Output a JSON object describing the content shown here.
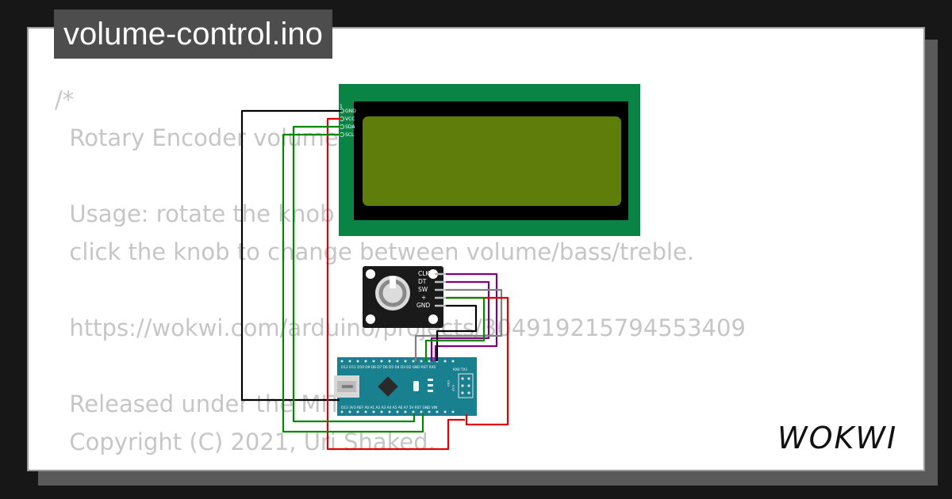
{
  "title": "volume-control.ino",
  "code_lines": [
    "/*",
    "  Rotary Encoder volume",
    "",
    "  Usage: rotate the knob",
    "  click the knob to change between volume/bass/treble.",
    "",
    "  https://wokwi.com/arduino/projects/304919215794553409",
    "",
    "  Released under the MIT",
    "  Copyright (C) 2021, Uri Shaked.",
    "*/"
  ],
  "lcd": {
    "pins": [
      "GND",
      "VCC",
      "SDA",
      "SCL"
    ],
    "pin_number": "1",
    "frame_color": "#0a8445",
    "screen_color": "#5f7d0a"
  },
  "encoder": {
    "pins": [
      "CLK",
      "DT",
      "SW",
      "+",
      "GND"
    ]
  },
  "arduino": {
    "board_color": "#19808f",
    "top_pins": "D12 D11 D10 D9  D8  D7  D6  D5  D4  D3  D2 GND RST RX0",
    "top_right": "RX0 TX1",
    "bottom_pins": "D13 3V3 REF A0  A1  A2  A3  A4  A5  A6  A7  5V RST GND VIN",
    "side_labels": [
      "GND",
      "ICSP"
    ]
  },
  "wire_colors": {
    "black": "#000000",
    "red": "#e00000",
    "green": "#008800",
    "purple": "#800080",
    "gray": "#808080"
  },
  "logo_text": "WOKWI"
}
